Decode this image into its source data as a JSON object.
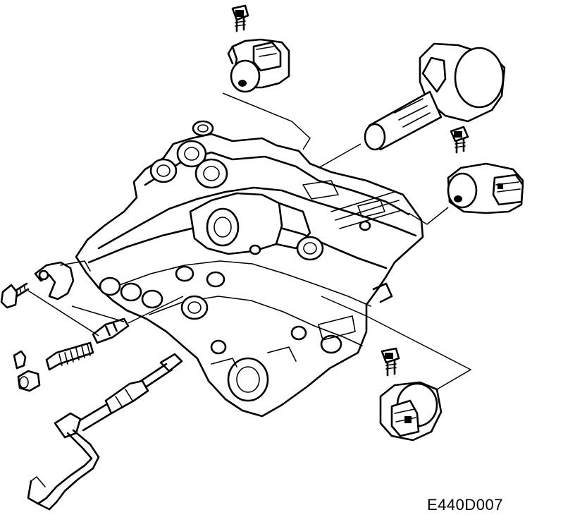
{
  "figure": {
    "code": "E440D007"
  },
  "parts": [
    {
      "name": "valve-body"
    },
    {
      "name": "solenoid-top"
    },
    {
      "name": "solenoid-large"
    },
    {
      "name": "solenoid-right"
    },
    {
      "name": "solenoid-bottom"
    },
    {
      "name": "manual-valve-linkage"
    },
    {
      "name": "spring"
    },
    {
      "name": "retainer"
    },
    {
      "name": "plug"
    }
  ],
  "colors": {
    "line": "#000000",
    "background": "#ffffff"
  }
}
